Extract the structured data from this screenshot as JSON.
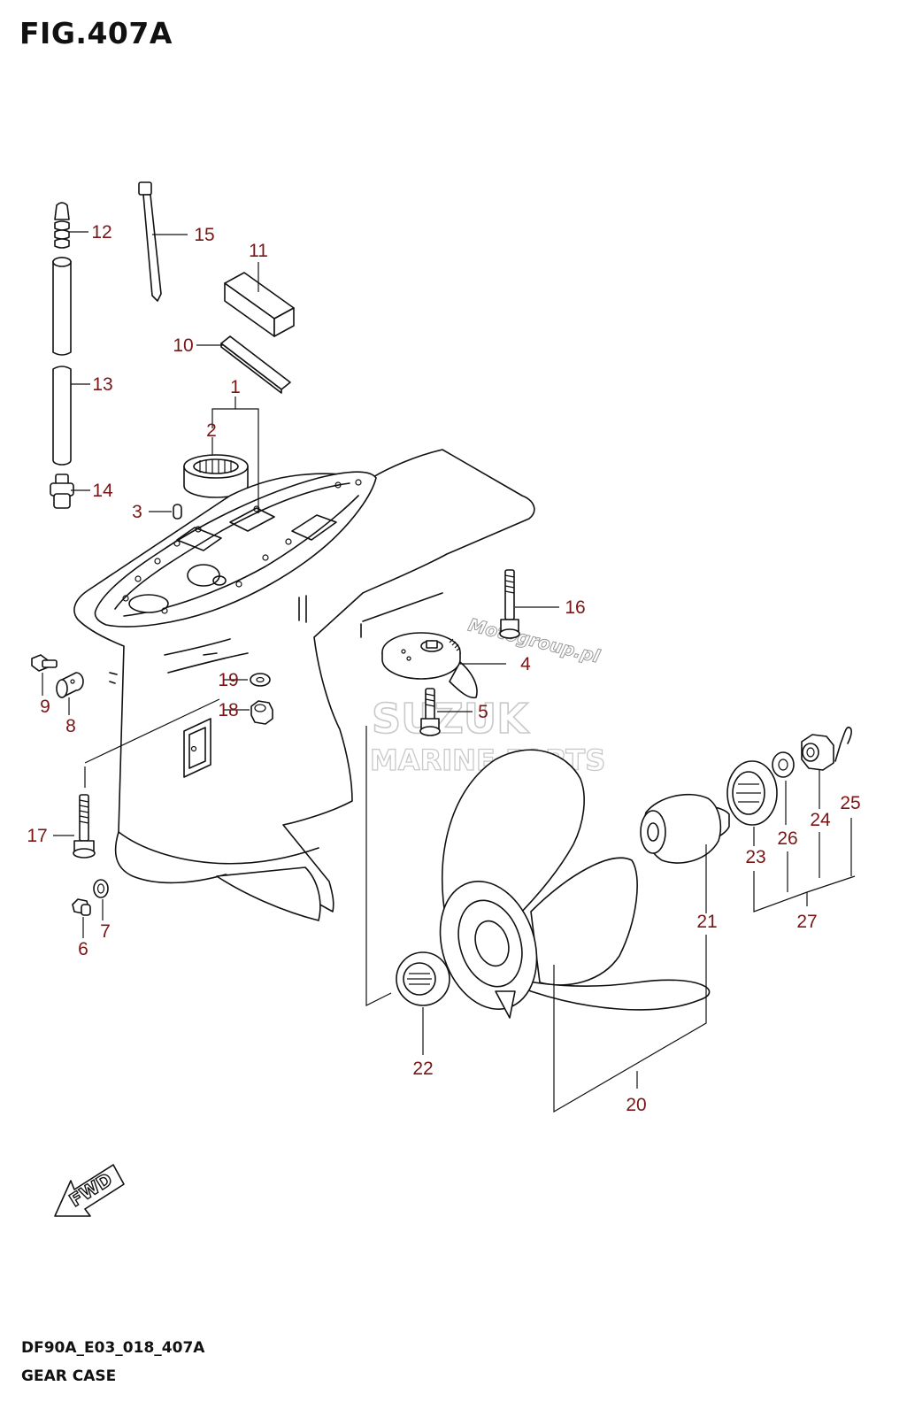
{
  "figure": {
    "title": "FIG.407A",
    "code": "DF90A_E03_018_407A",
    "name": "GEAR CASE"
  },
  "direction_label": "FWD",
  "watermarks": {
    "brand": "SUZUK",
    "subtitle": "MARINE PARTS",
    "site": "Motogroup.pl"
  },
  "callouts": [
    {
      "id": "c1",
      "label": "1"
    },
    {
      "id": "c2",
      "label": "2"
    },
    {
      "id": "c3",
      "label": "3"
    },
    {
      "id": "c4",
      "label": "4"
    },
    {
      "id": "c5",
      "label": "5"
    },
    {
      "id": "c6",
      "label": "6"
    },
    {
      "id": "c7",
      "label": "7"
    },
    {
      "id": "c8",
      "label": "8"
    },
    {
      "id": "c9",
      "label": "9"
    },
    {
      "id": "c10",
      "label": "10"
    },
    {
      "id": "c11",
      "label": "11"
    },
    {
      "id": "c12",
      "label": "12"
    },
    {
      "id": "c13",
      "label": "13"
    },
    {
      "id": "c14",
      "label": "14"
    },
    {
      "id": "c15",
      "label": "15"
    },
    {
      "id": "c16",
      "label": "16"
    },
    {
      "id": "c17",
      "label": "17"
    },
    {
      "id": "c18",
      "label": "18"
    },
    {
      "id": "c19",
      "label": "19"
    },
    {
      "id": "c20",
      "label": "20"
    },
    {
      "id": "c21",
      "label": "21"
    },
    {
      "id": "c22",
      "label": "22"
    },
    {
      "id": "c23",
      "label": "23"
    },
    {
      "id": "c24",
      "label": "24"
    },
    {
      "id": "c25",
      "label": "25"
    },
    {
      "id": "c26",
      "label": "26"
    },
    {
      "id": "c27",
      "label": "27"
    }
  ],
  "colors": {
    "callout_text": "#7a1616",
    "line_art": "#111111",
    "watermark": "#c9c9c9"
  }
}
